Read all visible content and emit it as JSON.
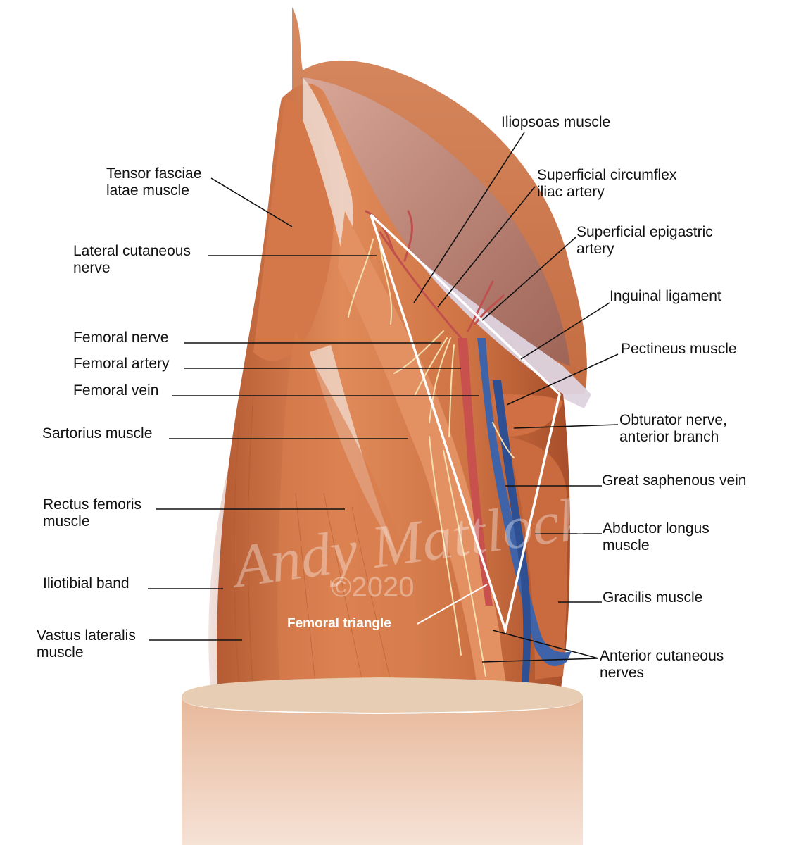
{
  "labels": {
    "iliopsoas": "Iliopsoas muscle",
    "sup_circumflex": [
      "Superficial circumflex",
      "iliac artery"
    ],
    "sup_epigastric": [
      "Superficial epigastric",
      "artery"
    ],
    "inguinal": "Inguinal ligament",
    "pectineus": "Pectineus muscle",
    "obturator": [
      "Obturator nerve,",
      "anterior branch"
    ],
    "saphenous": "Great saphenous vein",
    "abductor": [
      "Abductor longus",
      "muscle"
    ],
    "gracilis": "Gracilis muscle",
    "ant_cutaneous": [
      "Anterior cutaneous",
      "nerves"
    ],
    "tensor": [
      "Tensor fasciae",
      "latae muscle"
    ],
    "lat_cutaneous": [
      "Lateral cutaneous",
      "nerve"
    ],
    "fem_nerve": "Femoral nerve",
    "fem_artery": "Femoral artery",
    "fem_vein": "Femoral vein",
    "sartorius": "Sartorius muscle",
    "rectus": [
      "Rectus femoris",
      "muscle"
    ],
    "iliotibial": "Iliotibial band",
    "vastus": [
      "Vastus lateralis",
      "muscle"
    ],
    "fem_triangle": "Femoral triangle"
  },
  "watermark": {
    "signature": "Andy Mattlock",
    "copyright": "©2020"
  },
  "colors": {
    "muscle": "#c8693c",
    "muscle_light": "#e49a6c",
    "tendon": "#eed8cf",
    "artery": "#c0504d",
    "vein": "#3f63a8",
    "nerve": "#f3dfb0",
    "outline": "#ffffff",
    "leader": "#111111"
  }
}
